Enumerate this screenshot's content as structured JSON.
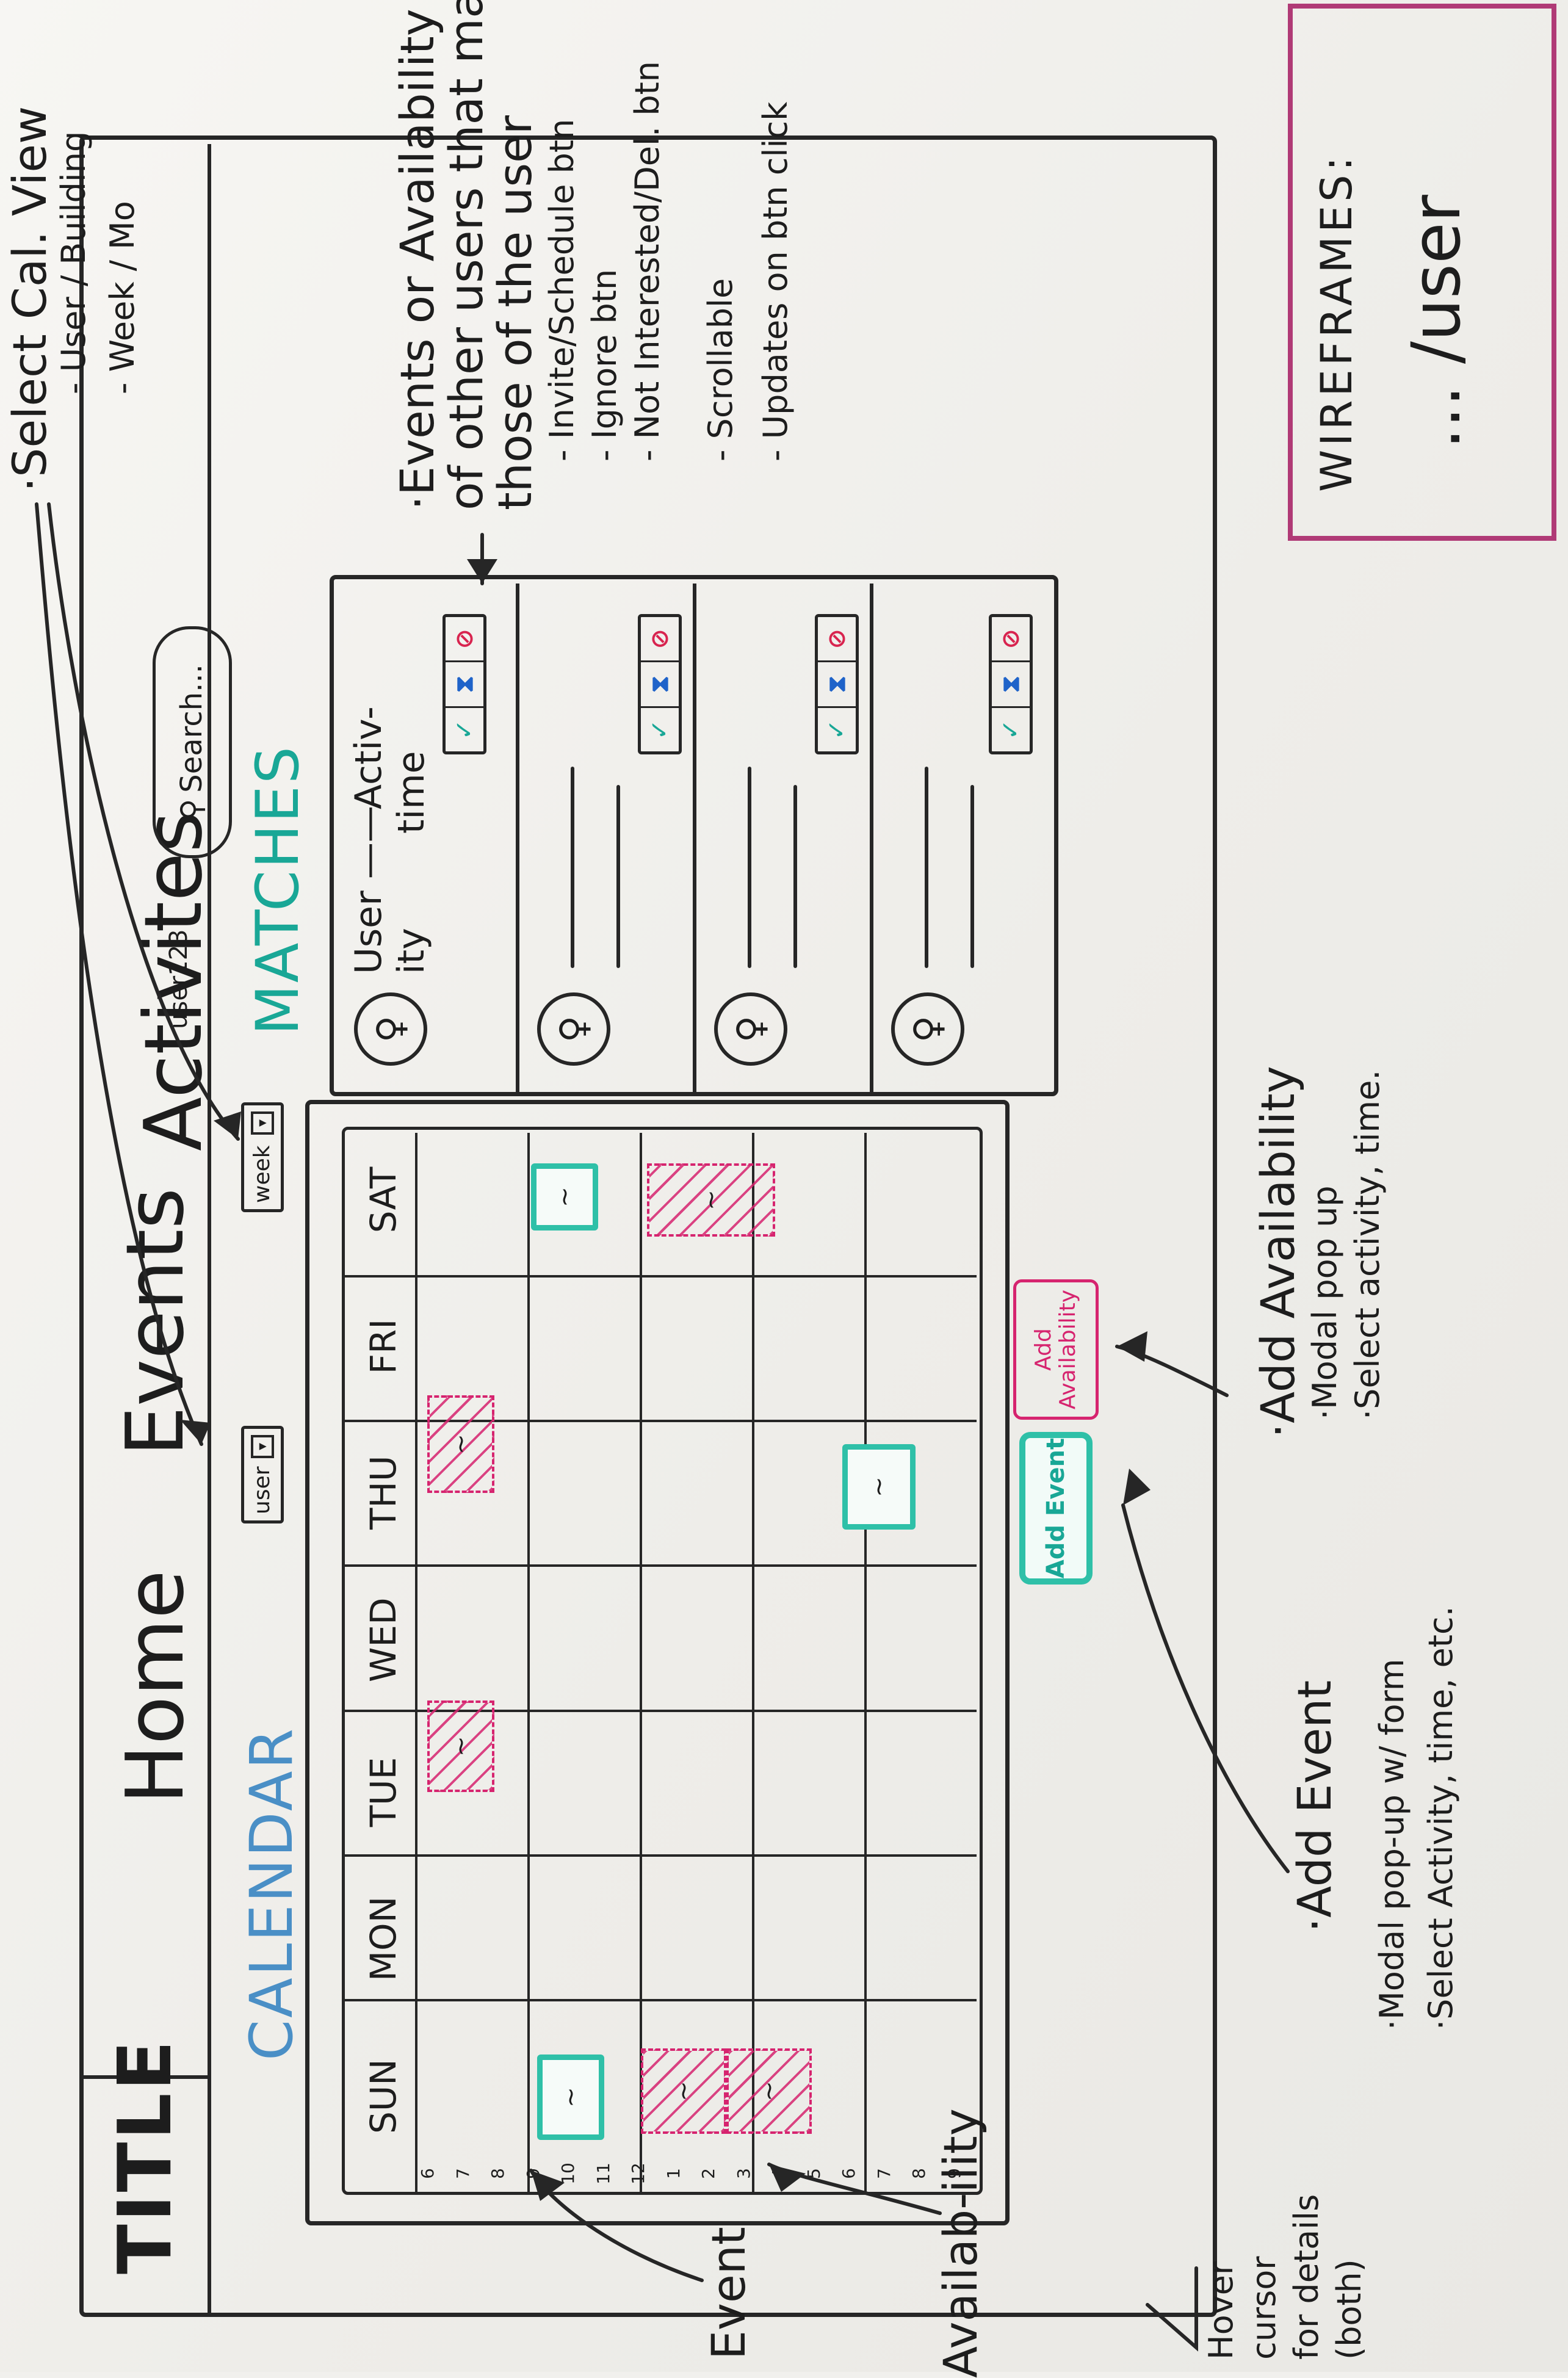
{
  "wireframe": {
    "title": "TITLE",
    "nav": {
      "home": "Home",
      "events": "Events",
      "activities": "Activites"
    },
    "user_label": "user123",
    "search_label": "Search...",
    "search_icon_glyph": "⚲",
    "view_selectors": [
      {
        "value": "user",
        "caret": "▾"
      },
      {
        "value": "week",
        "caret": "▾"
      }
    ],
    "calendar": {
      "heading": "CALENDAR",
      "days": [
        "SUN",
        "MON",
        "TUE",
        "WED",
        "THU",
        "FRI",
        "SAT"
      ],
      "hours": [
        "6",
        "7",
        "8",
        "9",
        "10",
        "11",
        "12",
        "1",
        "2",
        "3",
        "4",
        "5",
        "6",
        "7",
        "8",
        "9"
      ],
      "event_marker": "~",
      "availability_marker": "~"
    },
    "buttons": {
      "add_event": "Add Event",
      "add_availability_line1": "Add",
      "add_availability_line2": "Availability"
    },
    "matches": {
      "heading": "MATCHES",
      "first_row": {
        "user": "User ——",
        "activity": "Activ-",
        "ability": "ity",
        "time": "time"
      },
      "row_actions": {
        "check": "✓",
        "hourglass": "⧗",
        "no": "⊘"
      },
      "avatar_glyph": "♀"
    }
  },
  "annotations": {
    "select_view": [
      "·Select Cal. View",
      "- User / Building",
      "- Week / Mo"
    ],
    "matches_note": [
      "·Events or Availability",
      "of other users that match",
      "those of the user",
      "- Invite/Schedule btn",
      "- Ignore btn",
      "- Not Interested/Del. btn",
      "- Scrollable",
      "- Updates on btn click"
    ],
    "add_availability_note": [
      "·Add Availability",
      "·Modal pop up",
      "·Select activity, time."
    ],
    "add_event_note": [
      "·Add Event",
      "·Modal pop-up w/ form",
      "·Select Activity, time, etc."
    ],
    "event_label": "Event",
    "availability_label": "Availab-ility",
    "hover_note": [
      "Hover",
      "cursor",
      "for details",
      "(both)"
    ],
    "wireframes_title": "WIREFRAMES:",
    "wireframes_sub": "... /user"
  },
  "colors": {
    "ink": "#262626",
    "teal": "#2fc0a8",
    "pink": "#d6246f",
    "blue": "#4a8fc6",
    "box_border": "#b03a76"
  }
}
